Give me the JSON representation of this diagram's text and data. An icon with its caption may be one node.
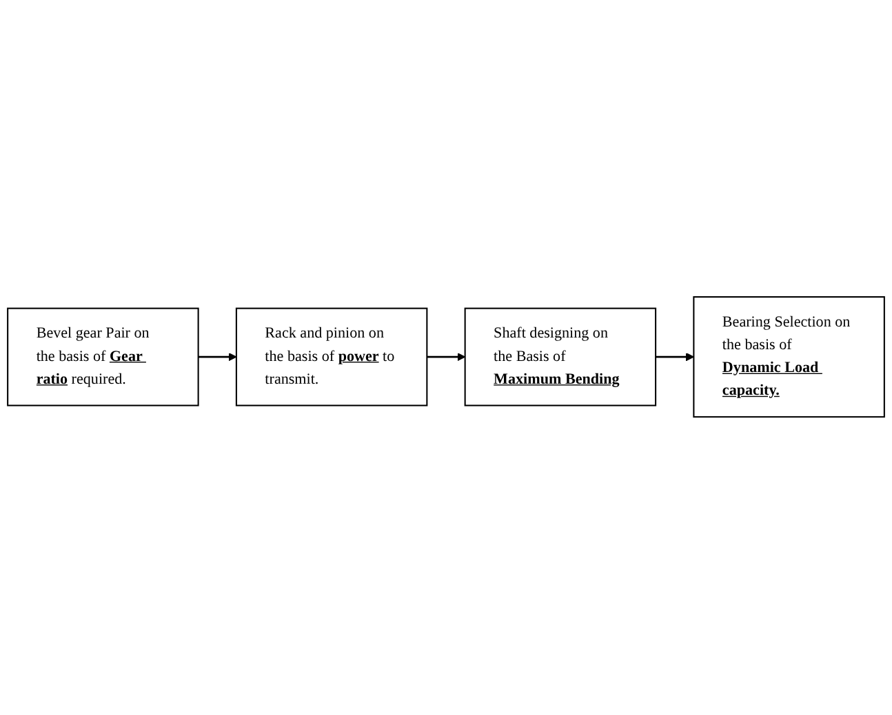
{
  "diagram": {
    "nodes": [
      {
        "text": [
          "Bevel gear Pair on the basis of **Gear ratio** required."
        ]
      },
      {
        "text": [
          "Rack and pinion on the basis of **power** to transmit."
        ]
      },
      {
        "text": [
          "Shaft designing on the Basis of **Maximum Bending**"
        ]
      },
      {
        "text": [
          "Bearing Selection on the basis of **Dynamic Load capacity.**"
        ]
      }
    ],
    "edges": [
      {
        "from": 0,
        "to": 1,
        "arrow": "to"
      },
      {
        "from": 1,
        "to": 2,
        "arrow": "to"
      },
      {
        "from": 2,
        "to": 3,
        "arrow": "to"
      }
    ]
  }
}
